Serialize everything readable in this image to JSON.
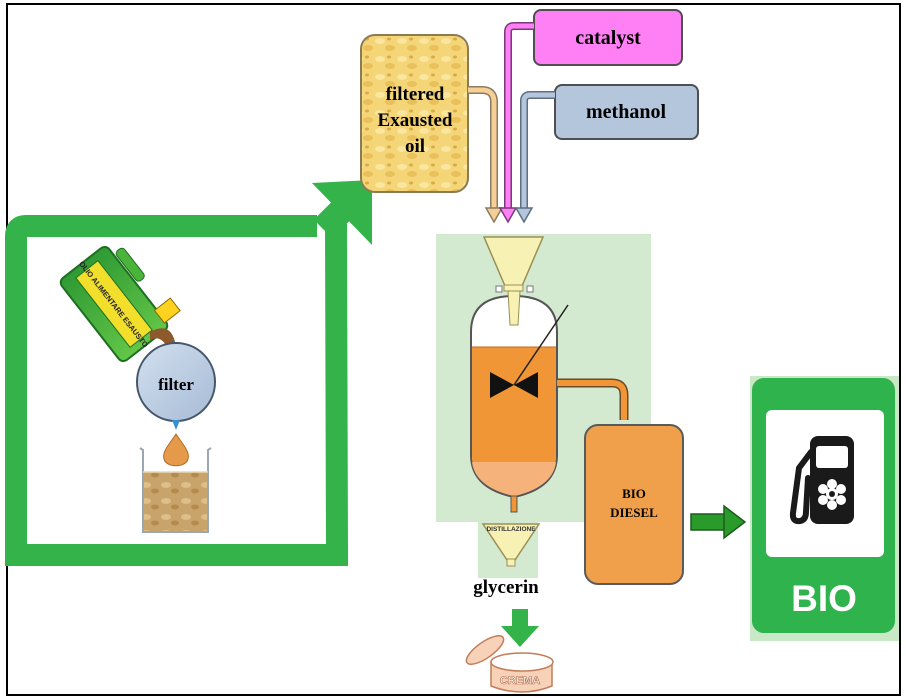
{
  "labels": {
    "catalyst": "catalyst",
    "methanol": "methanol",
    "filtered_line1": "filtered",
    "filtered_line2": "Exausted",
    "filtered_line3": "oil",
    "filter": "filter",
    "jerrycan_label": "OLIO ALIMENTARE ESAUSTO",
    "bio_diesel_line1": "BIO",
    "bio_diesel_line2": "DIESEL",
    "glycerin": "glycerin",
    "distillazione": "DISTILLAZIONE",
    "crema": "CREMA",
    "bio_sign": "BIO"
  },
  "colors": {
    "green_frame": "#33b34a",
    "sign_green": "#2fb34d",
    "reactor_bg": "#d4ead0",
    "reactor_liquid": "#f09636",
    "reactor_liquid_bottom": "#f5b27a",
    "bio_diesel_box": "#f0a04a",
    "catalyst_box": "#ff7ff5",
    "methanol_box": "#b3c6dc",
    "oil_box": "#f6d77a",
    "filter_circle": "#b7c9e0",
    "oil_drop": "#e59a4a",
    "funnel": "#f8f1b4"
  },
  "icons": {
    "fuel_pump": "fuel-pump-icon",
    "flower": "flower-icon"
  }
}
